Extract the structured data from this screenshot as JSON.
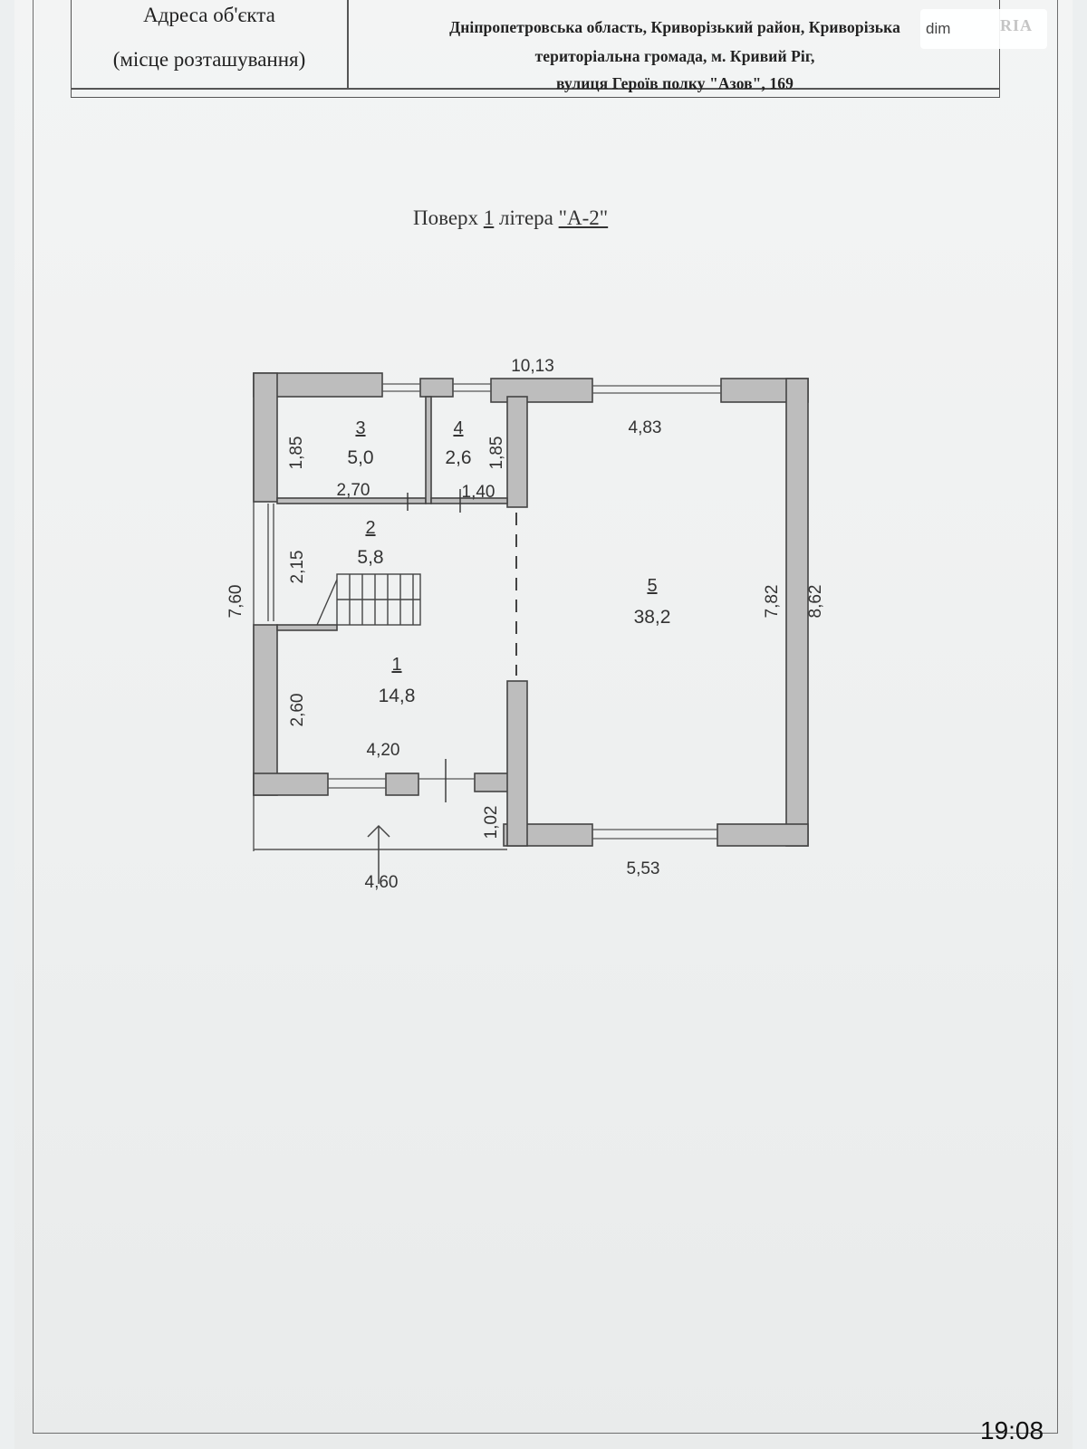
{
  "header": {
    "address_label_line1": "Адреса об'єкта",
    "address_label_line2": "(місце розташування)",
    "address_line1": "Дніпропетровська область, Криворізький район, Криворізька",
    "address_line2": "територіальна громада, м. Кривий Ріг,",
    "address_line3": "вулиця Героїв полку \"Азов\", 169"
  },
  "watermark": {
    "text": "dim",
    "logo": "RIA"
  },
  "floor": {
    "prefix": "Поверх",
    "number": "1",
    "mid": "літера",
    "letter": "\"А-2\""
  },
  "rooms": [
    {
      "id": "1",
      "area": "14,8"
    },
    {
      "id": "2",
      "area": "5,8"
    },
    {
      "id": "3",
      "area": "5,0"
    },
    {
      "id": "4",
      "area": "2,6"
    },
    {
      "id": "5",
      "area": "38,2"
    }
  ],
  "dimensions": {
    "top_total": "10,13",
    "left_total": "7,60",
    "right_total": "8,62",
    "bottom_left": "4,60",
    "bottom_right": "5,53",
    "room3_height": "1,85",
    "room3_width": "2,70",
    "room4_height": "1,85",
    "room4_width": "1,40",
    "room2_height": "2,15",
    "room1_height": "2,60",
    "room1_width": "4,20",
    "room5_width": "4,83",
    "room5_height": "7,82",
    "porch_depth": "1,02"
  },
  "status_bar": {
    "time": "19:08"
  },
  "colors": {
    "wall_fill": "#bdbdbd",
    "wall_stroke": "#444444",
    "paper": "#eef0f0"
  }
}
